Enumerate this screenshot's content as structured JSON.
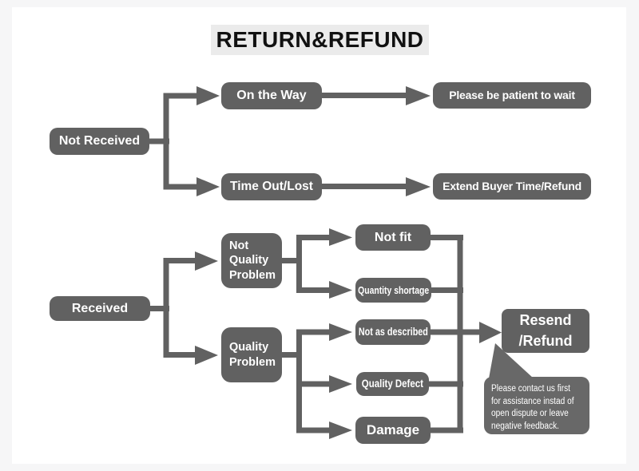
{
  "title": "RETURN&REFUND",
  "colors": {
    "node_gray": "#616161",
    "bubble_gray": "#686868",
    "title_bg": "#ebebeb",
    "title_text": "#111111",
    "canvas": "#ffffff",
    "frame": "#f6f6f7",
    "node_text": "#ffffff"
  },
  "flow": {
    "not_received": {
      "label": "Not Received"
    },
    "on_the_way": {
      "label": "On the Way"
    },
    "please_wait": {
      "label": "Please be patient to wait"
    },
    "time_out": {
      "label": "Time Out/Lost"
    },
    "extend": {
      "label": "Extend Buyer Time/Refund"
    },
    "received": {
      "label": "Received"
    },
    "not_quality_problem": {
      "label": "Not\nQuality\nProblem"
    },
    "quality_problem": {
      "label": "Quality\nProblem"
    },
    "not_fit": {
      "label": "Not fit"
    },
    "quantity_shortage": {
      "label": "Quantity shortage"
    },
    "not_as_described": {
      "label": "Not as described"
    },
    "quality_defect": {
      "label": "Quality Defect"
    },
    "damage": {
      "label": "Damage"
    },
    "resend_refund": {
      "label": "Resend\n/Refund"
    },
    "note": {
      "text": "Please contact us first\nfor assistance instad of\nopen dispute or leave\nnegative feedback."
    }
  }
}
